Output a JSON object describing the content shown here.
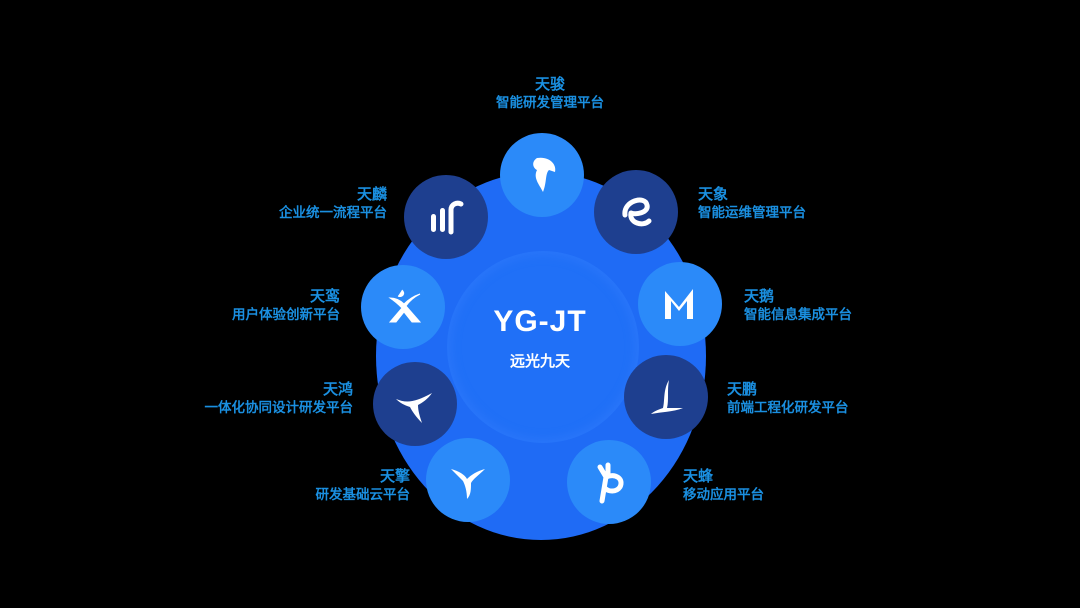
{
  "center": {
    "brand": "YG-JT",
    "subtitle": "远光九天"
  },
  "colors": {
    "background": "#000000",
    "hub": "#1f6bf5",
    "node_light": "#2b8af9",
    "node_dark": "#1e3f8f",
    "label": "#1a8fe0"
  },
  "platforms": [
    {
      "title": "天骏",
      "subtitle": "智能研发管理平台",
      "icon": "horse-icon"
    },
    {
      "title": "天象",
      "subtitle": "智能运维管理平台",
      "icon": "letter-e-icon"
    },
    {
      "title": "天鹅",
      "subtitle": "智能信息集成平台",
      "icon": "letter-m-wing-icon"
    },
    {
      "title": "天鹏",
      "subtitle": "前端工程化研发平台",
      "icon": "letter-l-wing-icon"
    },
    {
      "title": "天蜂",
      "subtitle": "移动应用平台",
      "icon": "letter-p-bee-icon"
    },
    {
      "title": "天擎",
      "subtitle": "研发基础云平台",
      "icon": "y-fork-icon"
    },
    {
      "title": "天鸿",
      "subtitle": "一体化协同设计研发平台",
      "icon": "bird-wing-icon"
    },
    {
      "title": "天鸾",
      "subtitle": "用户体验创新平台",
      "icon": "dancer-x-icon"
    },
    {
      "title": "天麟",
      "subtitle": "企业统一流程平台",
      "icon": "flow-bars-icon"
    }
  ]
}
